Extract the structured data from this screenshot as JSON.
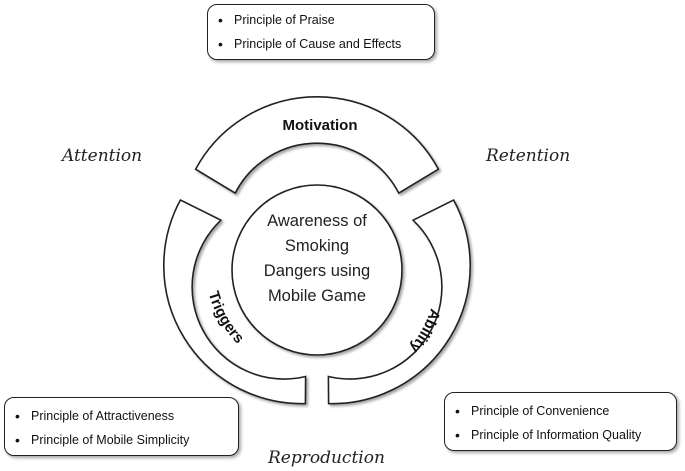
{
  "center": {
    "lines": [
      "Awareness of",
      "Smoking",
      "Dangers using",
      "Mobile Game"
    ]
  },
  "segments": {
    "motivation": "Motivation",
    "triggers": "Triggers",
    "ability": "Ability"
  },
  "stages": {
    "attention": "Attention",
    "retention": "Retention",
    "reproduction": "Reproduction"
  },
  "boxes": {
    "motivation": [
      "Principle of Praise",
      "Principle of Cause and Effects"
    ],
    "triggers": [
      "Principle of Attractiveness",
      "Principle of Mobile Simplicity"
    ],
    "ability": [
      "Principle of Convenience",
      "Principle of Information Quality"
    ]
  }
}
